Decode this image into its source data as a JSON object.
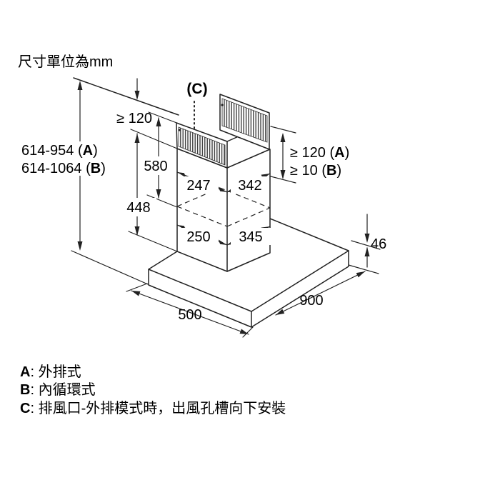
{
  "unit_note": "尺寸單位為mm",
  "marker_c": "(C)",
  "dims": {
    "height_range_a": {
      "pre": "614-954 (",
      "letter": "A",
      "post": ")"
    },
    "height_range_b": {
      "pre": "614-1064 (",
      "letter": "B",
      "post": ")"
    },
    "ceiling_clearance": "≥ 120",
    "clearance_a": {
      "pre": "≥ 120 (",
      "letter": "A",
      "post": ")"
    },
    "clearance_b": {
      "pre": "≥ 10 (",
      "letter": "B",
      "post": ")"
    },
    "chimney_upper_height": "580",
    "chimney_lower_height": "448",
    "duct_top_depth": "247",
    "duct_top_width": "342",
    "duct_bottom_depth": "250",
    "duct_bottom_width": "345",
    "body_height": "46",
    "body_depth": "500",
    "body_width": "900"
  },
  "legend": [
    {
      "letter": "A",
      "sep": ": ",
      "text": "外排式"
    },
    {
      "letter": "B",
      "sep": ": ",
      "text": "內循環式"
    },
    {
      "letter": "C",
      "sep": ": ",
      "text": "排風口-外排模式時，出風孔槽向下安裝"
    }
  ],
  "colors": {
    "line": "#222222",
    "text": "#000000",
    "background": "#ffffff"
  }
}
